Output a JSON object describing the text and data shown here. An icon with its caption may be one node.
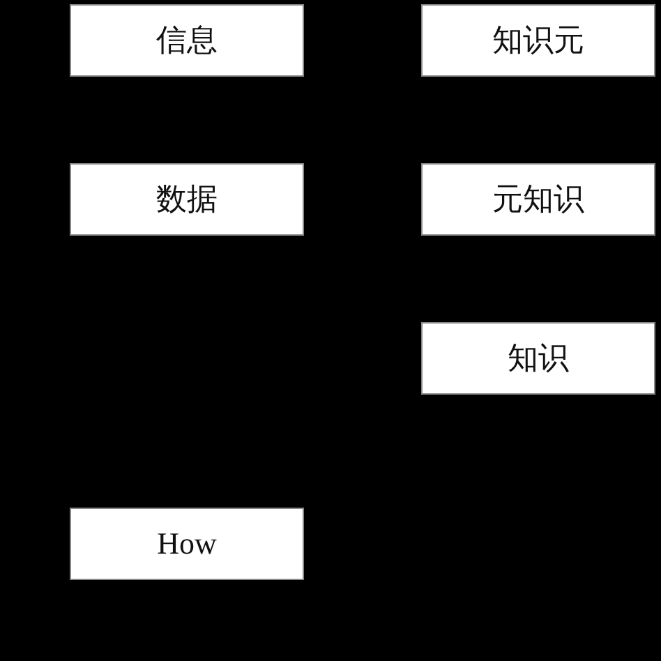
{
  "diagram": {
    "nodes": [
      {
        "text": [
          "信息"
        ]
      },
      {
        "text": [
          "知识元"
        ]
      },
      {
        "text": [
          "数据"
        ]
      },
      {
        "text": [
          "元知识"
        ]
      },
      {
        "text": [
          "知识"
        ]
      },
      {
        "text": [
          "How"
        ]
      }
    ]
  }
}
